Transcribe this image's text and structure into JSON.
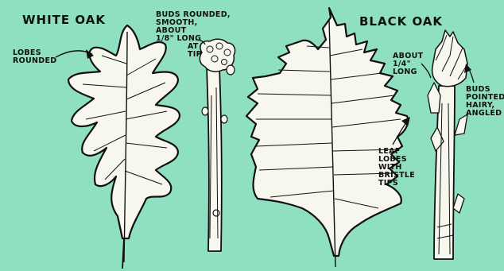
{
  "white_oak": {
    "title": "White Oak",
    "lobes_note": [
      "Lobes",
      "Rounded"
    ],
    "buds_note": [
      "Buds rounded,",
      "smooth,",
      "about",
      "1/8\" long",
      "at",
      "tip"
    ]
  },
  "black_oak": {
    "title": "Black Oak",
    "size_note": [
      "About",
      "1/4\"",
      "long"
    ],
    "buds_note": [
      "Buds",
      "pointed,",
      "hairy,",
      "angled"
    ],
    "lobes_note": [
      "Leaf",
      "lobes",
      "with",
      "bristle",
      "tips"
    ]
  },
  "colors": {
    "background": "#8fe0c0",
    "ink": "#101010",
    "paper": "#f7f7ee"
  }
}
